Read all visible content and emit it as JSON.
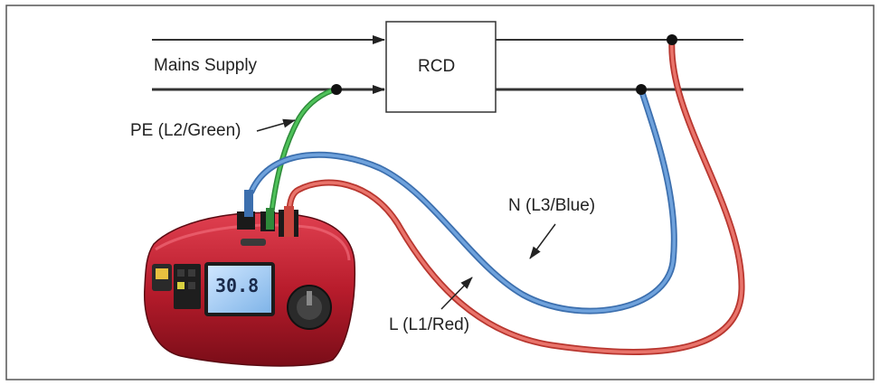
{
  "diagram": {
    "mains_label": "Mains Supply",
    "rcd_label": "RCD",
    "pe_label": "PE (L2/Green)",
    "n_label": "N (L3/Blue)",
    "l_label": "L (L1/Red)",
    "display_reading": "30.8",
    "colors": {
      "green": "#3aa845",
      "blue": "#4f86c6",
      "red": "#d9534a",
      "device": "#b01a2a"
    }
  }
}
